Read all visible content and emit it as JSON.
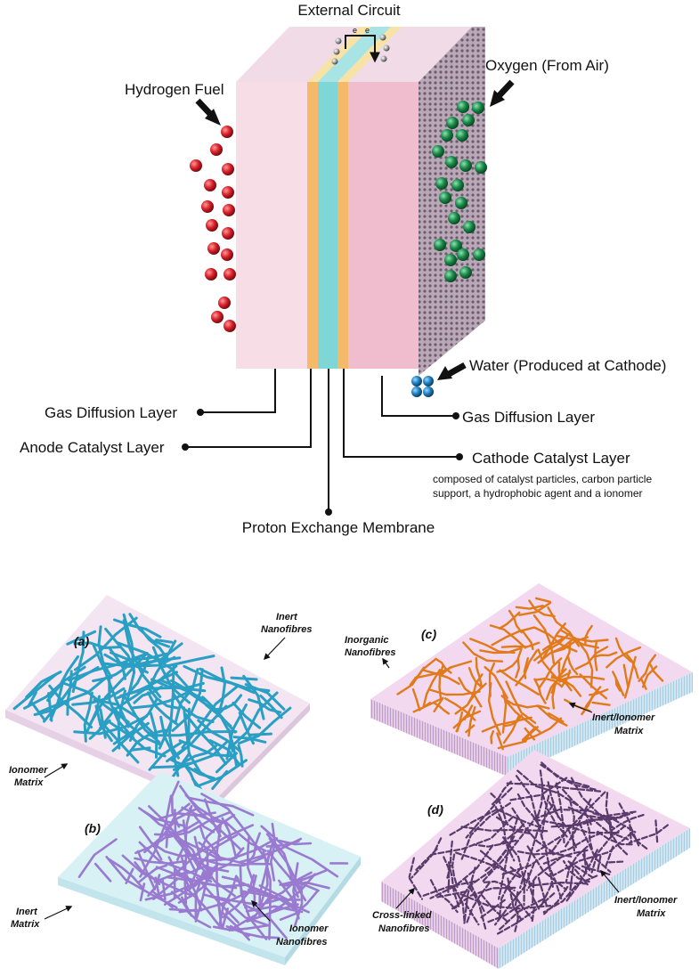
{
  "fuel_cell": {
    "title": "External Circuit",
    "electron_symbol": "e",
    "hydrogen": "Hydrogen Fuel",
    "oxygen": "Oxygen (From Air)",
    "water": "Water (Produced at Cathode)",
    "gdl_left": "Gas Diffusion Layer",
    "anode_cl": "Anode Catalyst Layer",
    "pem": "Proton Exchange Membrane",
    "gdl_right": "Gas Diffusion Layer",
    "cathode_cl": "Cathode Catalyst Layer",
    "cathode_desc_1": "composed of catalyst particles, carbon particle",
    "cathode_desc_2": "support, a hydrophobic agent and a ionomer",
    "colors": {
      "hydrogen": "#d8202a",
      "oxygen": "#1a8a4a",
      "water": "#1e7fc0",
      "membrane": "#7fd6d6",
      "catalyst": "#f5b96a",
      "gdl": "#f6dde6"
    }
  },
  "panels": [
    {
      "tag": "(a)",
      "label_fibre_1": "Inert",
      "label_fibre_2": "Nanofibres",
      "label_matrix_1": "Ionomer",
      "label_matrix_2": "Matrix",
      "fibre_color": "#2a9fc4",
      "matrix_color": "#f3e6f2"
    },
    {
      "tag": "(b)",
      "label_fibre_1": "Ionomer",
      "label_fibre_2": "Nanofibres",
      "label_matrix_1": "Inert",
      "label_matrix_2": "Matrix",
      "fibre_color": "#9a7ad0",
      "matrix_color": "#d7f1f4"
    },
    {
      "tag": "(c)",
      "label_fibre_1": "Inorganic",
      "label_fibre_2": "Nanofibres",
      "label_matrix_1": "Inert/Ionomer",
      "label_matrix_2": "Matrix",
      "fibre_color": "#e07a1a",
      "matrix_color": "#f2d9ef"
    },
    {
      "tag": "(d)",
      "label_fibre_1": "Cross-linked",
      "label_fibre_2": "Nanofibres",
      "label_matrix_1": "Inert/Ionomer",
      "label_matrix_2": "Matrix",
      "fibre_color": "#5a3a6a",
      "matrix_color": "#f2d9ef"
    }
  ]
}
